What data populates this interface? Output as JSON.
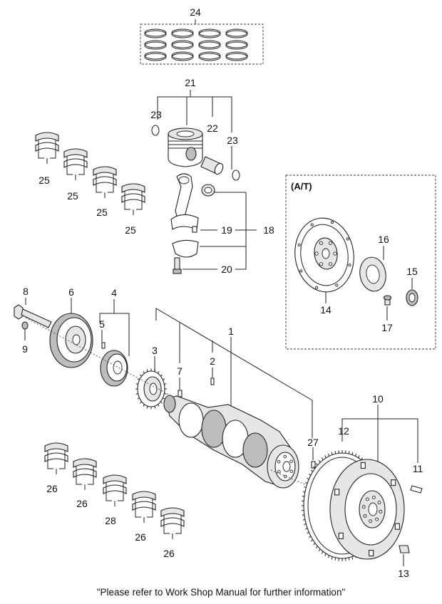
{
  "diagram": {
    "box_title": "(A/T)",
    "footnote": "\"Please refer to Work Shop Manual for further information\"",
    "callouts": {
      "c1": "1",
      "c2": "2",
      "c3": "3",
      "c4": "4",
      "c5": "5",
      "c6": "6",
      "c7": "7",
      "c8": "8",
      "c9": "9",
      "c10": "10",
      "c11": "11",
      "c12": "12",
      "c13": "13",
      "c14": "14",
      "c15": "15",
      "c16": "16",
      "c17": "17",
      "c18": "18",
      "c19": "19",
      "c20": "20",
      "c21": "21",
      "c22": "22",
      "c23a": "23",
      "c23b": "23",
      "c24": "24",
      "c25a": "25",
      "c25b": "25",
      "c25c": "25",
      "c25d": "25",
      "c26a": "26",
      "c26b": "26",
      "c26c": "26",
      "c26d": "26",
      "c27": "27",
      "c28": "28"
    }
  }
}
